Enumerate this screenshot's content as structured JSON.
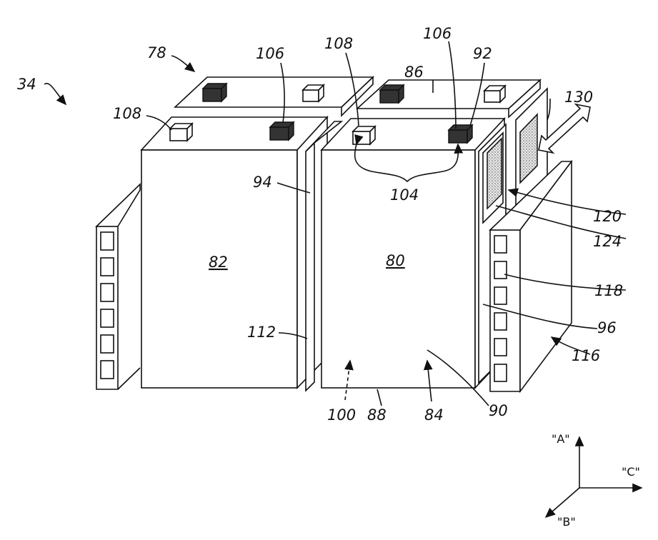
{
  "figure": {
    "refs": {
      "r34": "34",
      "r78": "78",
      "r106a": "106",
      "r106b": "106",
      "r108a": "108",
      "r108b": "108",
      "r86": "86",
      "r92": "92",
      "r130": "130",
      "r94": "94",
      "r104": "104",
      "r120": "120",
      "r124": "124",
      "r82": "82",
      "r80": "80",
      "r118": "118",
      "r112": "112",
      "r96": "96",
      "r116": "116",
      "r90": "90",
      "r100": "100",
      "r88": "88",
      "r84": "84"
    },
    "axes": {
      "a": "\"A\"",
      "b": "\"B\"",
      "c": "\"C\""
    }
  }
}
